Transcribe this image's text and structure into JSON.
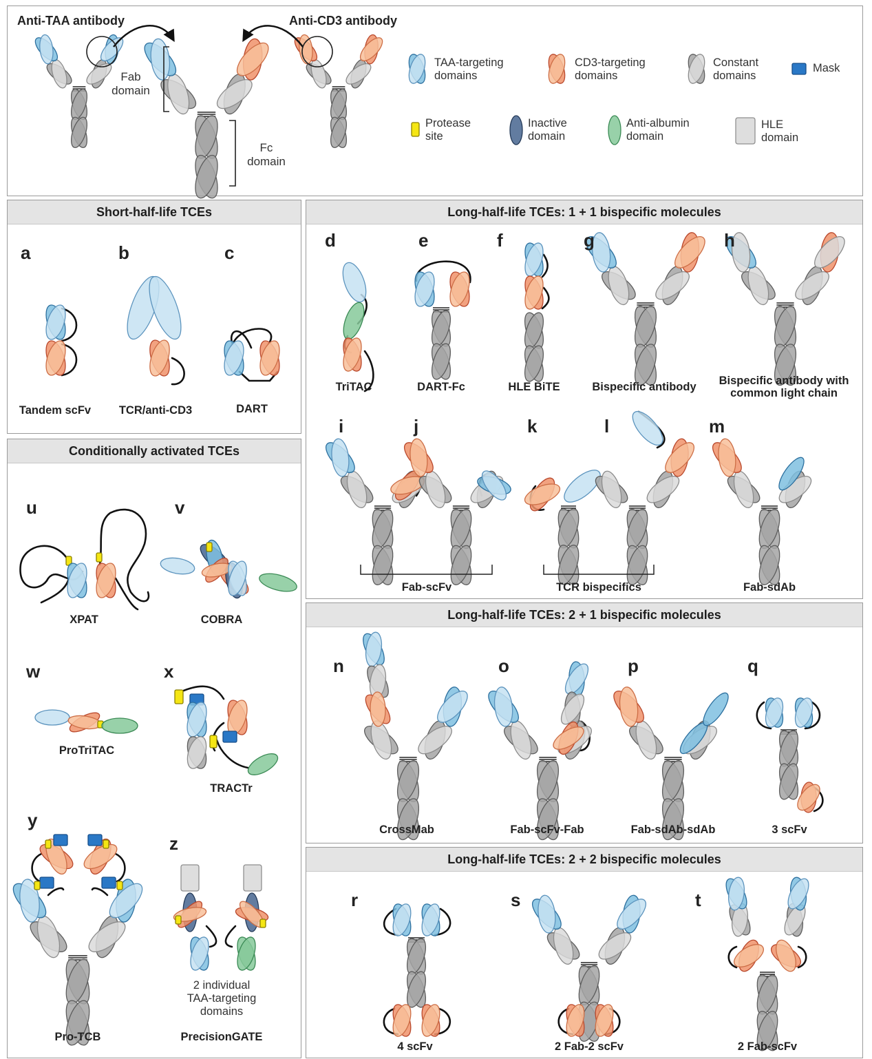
{
  "legend": {
    "anti_taa": "Anti-TAA antibody",
    "anti_cd3": "Anti-CD3 antibody",
    "fab_domain": [
      "Fab",
      "domain"
    ],
    "fc_domain": [
      "Fc",
      "domain"
    ],
    "items": [
      {
        "label": [
          "TAA-targeting",
          "domains"
        ],
        "color": "#6baed6"
      },
      {
        "label": [
          "CD3-targeting",
          "domains"
        ],
        "color": "#ef8a62"
      },
      {
        "label": [
          "Constant",
          "domains"
        ],
        "color": "#9a9a9a"
      },
      {
        "label": [
          "Mask"
        ],
        "color": "#2173c0"
      },
      {
        "label": [
          "Protease",
          "site"
        ],
        "color": "#f5e614"
      },
      {
        "label": [
          "Inactive",
          "domain"
        ],
        "color": "#3b5b86"
      },
      {
        "label": [
          "Anti-albumin",
          "domain"
        ],
        "color": "#6fba84"
      },
      {
        "label": [
          "HLE",
          "domain"
        ],
        "color": "#dcdcdc"
      }
    ]
  },
  "sections": {
    "short": "Short-half-life TCEs",
    "long11": "Long-half-life TCEs: 1 + 1 bispecific molecules",
    "long21": "Long-half-life TCEs: 2 + 1 bispecific molecules",
    "long22": "Long-half-life TCEs: 2 + 2 bispecific molecules",
    "cond": "Conditionally activated TCEs"
  },
  "formats": {
    "a": {
      "letter": "a",
      "name": "Tandem scFv"
    },
    "b": {
      "letter": "b",
      "name": "TCR/anti-CD3"
    },
    "c": {
      "letter": "c",
      "name": "DART"
    },
    "d": {
      "letter": "d",
      "name": "TriTAC"
    },
    "e": {
      "letter": "e",
      "name": "DART-Fc"
    },
    "f": {
      "letter": "f",
      "name": "HLE BiTE"
    },
    "g": {
      "letter": "g",
      "name": "Bispecific antibody"
    },
    "h": {
      "letter": "h",
      "name": "Bispecific antibody with common light chain"
    },
    "i": {
      "letter": "i"
    },
    "j": {
      "letter": "j"
    },
    "k": {
      "letter": "k"
    },
    "l": {
      "letter": "l"
    },
    "m": {
      "letter": "m",
      "name": "Fab-sdAb"
    },
    "ij": {
      "name": "Fab-scFv"
    },
    "kl": {
      "name": "TCR bispecifics"
    },
    "n": {
      "letter": "n",
      "name": "CrossMab"
    },
    "o": {
      "letter": "o",
      "name": "Fab-scFv-Fab"
    },
    "p": {
      "letter": "p",
      "name": "Fab-sdAb-sdAb"
    },
    "q": {
      "letter": "q",
      "name": "3 scFv"
    },
    "r": {
      "letter": "r",
      "name": "4 scFv"
    },
    "s": {
      "letter": "s",
      "name": "2 Fab-2 scFv"
    },
    "t": {
      "letter": "t",
      "name": "2 Fab-scFv"
    },
    "u": {
      "letter": "u",
      "name": "XPAT"
    },
    "v": {
      "letter": "v",
      "name": "COBRA"
    },
    "w": {
      "letter": "w",
      "name": "ProTriTAC"
    },
    "x": {
      "letter": "x",
      "name": "TRACTr"
    },
    "y": {
      "letter": "y",
      "name": "Pro-TCB"
    },
    "z": {
      "letter": "z",
      "name": "PrecisionGATE",
      "note": "2 individual TAA-targeting domains"
    }
  }
}
